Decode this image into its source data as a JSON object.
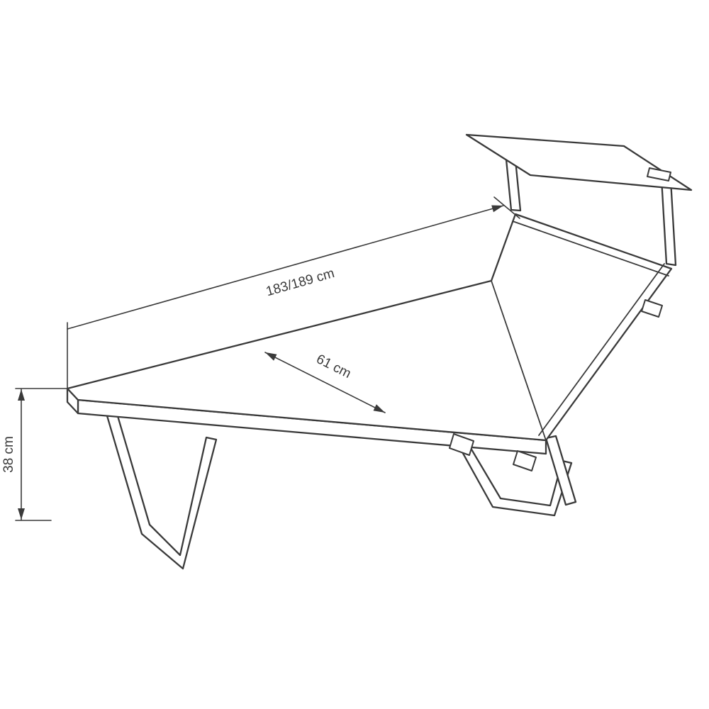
{
  "diagram": {
    "background_color": "#ffffff",
    "line_color": "#3a3a3a",
    "dimensions": {
      "length": {
        "label": "183/189 cm"
      },
      "width": {
        "label": "61 cm"
      },
      "height": {
        "label": "38 cm"
      }
    }
  }
}
